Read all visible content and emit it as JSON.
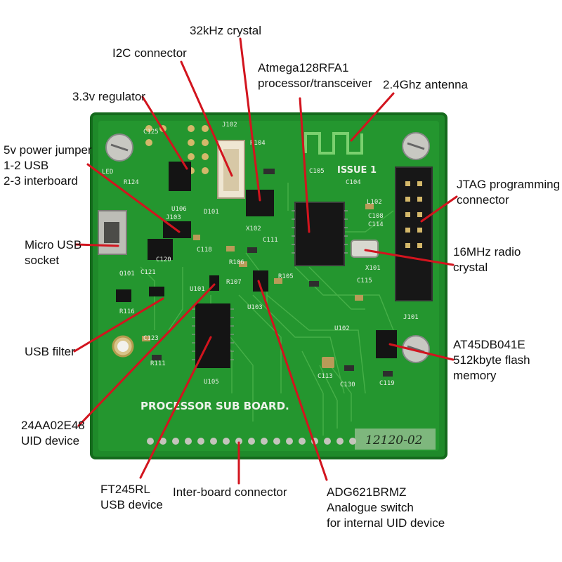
{
  "callouts": [
    {
      "id": "crystal32k",
      "text": "32kHz crystal"
    },
    {
      "id": "i2c",
      "text": "I2C connector"
    },
    {
      "id": "mcu",
      "text": "Atmega128RFA1\nprocessor/transceiver"
    },
    {
      "id": "antenna",
      "text": "2.4Ghz antenna"
    },
    {
      "id": "reg",
      "text": "3.3v regulator"
    },
    {
      "id": "jumper",
      "text": "5v power jumper\n1-2 USB\n2-3 interboard"
    },
    {
      "id": "jtag",
      "text": "JTAG programming\nconnector"
    },
    {
      "id": "usb",
      "text": "Micro USB\nsocket"
    },
    {
      "id": "crystal16m",
      "text": "16MHz radio\ncrystal"
    },
    {
      "id": "usbfilter",
      "text": "USB filter"
    },
    {
      "id": "flash",
      "text": "AT45DB041E\n512kbyte flash\nmemory"
    },
    {
      "id": "uid",
      "text": "24AA02E48\nUID device"
    },
    {
      "id": "ft245",
      "text": "FT245RL\nUSB device"
    },
    {
      "id": "interboard",
      "text": "Inter-board connector"
    },
    {
      "id": "adg",
      "text": "ADG621BRMZ\nAnalogue switch\nfor internal UID device"
    }
  ],
  "board": {
    "title": "PROCESSOR SUB BOARD.",
    "issue": "ISSUE 1",
    "handwritten": "12120-02",
    "silkscreen": {
      "c125": "C125",
      "j102": "J102",
      "r104": "R104",
      "r124": "R124",
      "led": "LED",
      "c105": "C105",
      "c104": "C104",
      "l102": "L102",
      "c108": "C108",
      "c114": "C114",
      "u106": "U106",
      "d101": "D101",
      "j103": "J103",
      "c118": "C118",
      "c111": "C111",
      "x102": "X102",
      "x101": "X101",
      "r106": "R106",
      "r107": "R107",
      "u101": "U101",
      "q101": "Q101",
      "c121": "C121",
      "r116": "R116",
      "c123": "C123",
      "r111": "R111",
      "u105": "U105",
      "u102": "U102",
      "c113": "C113",
      "c130": "C130",
      "c119": "C119",
      "c115": "C115",
      "j101": "J101",
      "r105": "R105",
      "u103": "U103",
      "c120": "C120"
    }
  },
  "colors": {
    "board": "#1f8a2a",
    "board_edge": "#156a1d",
    "leader": "#d2141e"
  }
}
